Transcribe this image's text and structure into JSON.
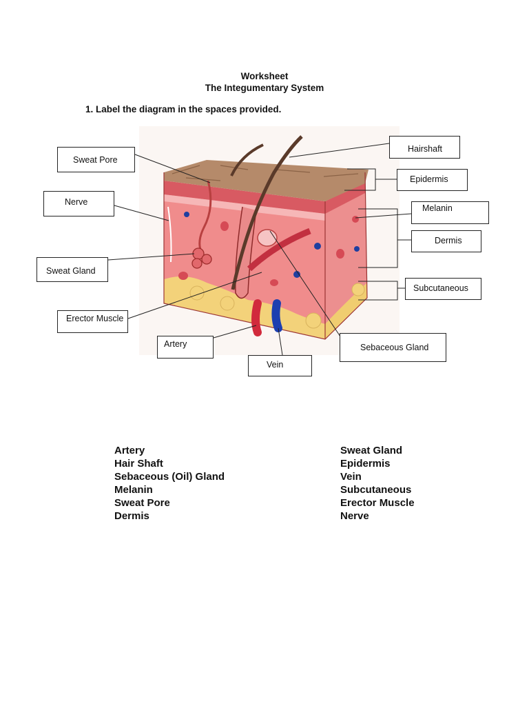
{
  "worksheet": {
    "title": "Worksheet",
    "subtitle": "The Integumentary System",
    "instruction": "1.  Label the diagram in the spaces provided."
  },
  "labels": {
    "sweat_pore": "Sweat Pore",
    "nerve": "Nerve",
    "sweat_gland": "Sweat Gland",
    "erector_muscle": "Erector Muscle",
    "artery": "Artery",
    "vein": "Vein",
    "sebaceous_gland": "Sebaceous Gland",
    "hairshaft": "Hairshaft",
    "epidermis": "Epidermis",
    "melanin": "Melanin",
    "dermis": "Dermis",
    "subcutaneous": "Subcutaneous"
  },
  "word_bank": {
    "left": [
      "Artery",
      "Hair Shaft",
      "Sebaceous (Oil) Gland",
      "Melanin",
      "Sweat Pore",
      "Dermis"
    ],
    "right": [
      "Sweat Gland",
      "Epidermis",
      "Vein",
      "Subcutaneous",
      "Erector Muscle",
      "Nerve"
    ]
  }
}
